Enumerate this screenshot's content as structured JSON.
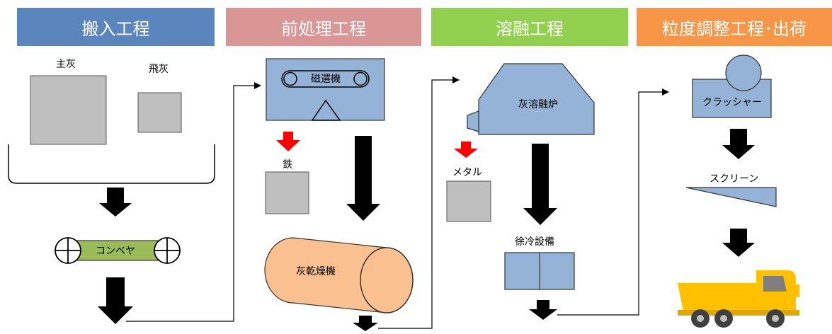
{
  "headers": {
    "carry_in": "搬入工程",
    "pretreat": "前処理工程",
    "melting": "溶融工程",
    "sizing": "粒度調整工程･出荷"
  },
  "labels": {
    "main_ash": "主灰",
    "fly_ash": "飛灰",
    "conveyor": "コンベヤ",
    "magnet": "磁選機",
    "iron": "鉄",
    "dryer": "灰乾燥機",
    "furnace": "灰溶融炉",
    "metal": "メタル",
    "cooling": "徐冷設備",
    "crusher": "クラッシャー",
    "screen": "スクリーン"
  },
  "colors": {
    "header_carry_in": "#5b86bd",
    "header_pretreat": "#d99694",
    "header_melting": "#92d050",
    "header_sizing": "#f79646",
    "equipment_blue": "#95b3d7",
    "bin_gray": "#bfbfbf",
    "conveyor_green": "#9bbb59",
    "dryer_orange": "#fac090",
    "arrow_black": "#000000",
    "arrow_red": "#ff0000",
    "truck_yellow": "#ffc000"
  },
  "icons": [
    "conveyor-roller-icon",
    "dump-truck-icon"
  ]
}
